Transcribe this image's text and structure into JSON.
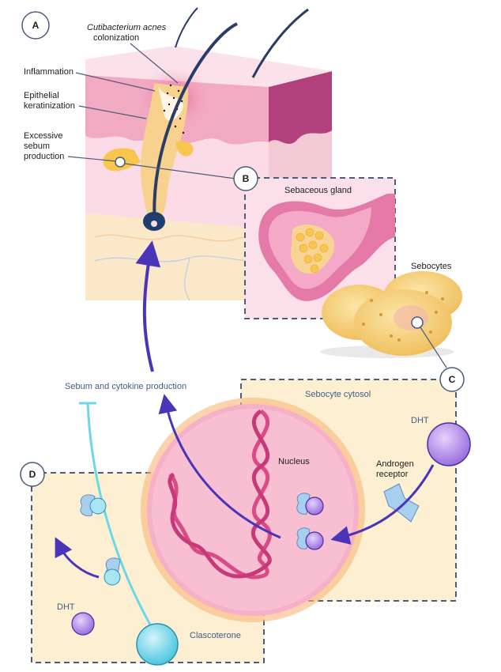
{
  "panels": {
    "a": "A",
    "b": "B",
    "c": "C",
    "d": "D"
  },
  "panel_a": {
    "cutibacterium_line1": "Cutibacterium acnes",
    "cutibacterium_line2": "colonization",
    "inflammation": "Inflammation",
    "epithelial_line1": "Epithelial",
    "epithelial_line2": "keratinization",
    "sebum_line1": "Excessive",
    "sebum_line2": "sebum",
    "sebum_line3": "production"
  },
  "panel_b": {
    "sebaceous_gland": "Sebaceous gland",
    "sebocytes": "Sebocytes"
  },
  "panel_c": {
    "cytosol": "Sebocyte cytosol",
    "dht": "DHT",
    "nucleus": "Nucleus",
    "androgen_line1": "Androgen",
    "androgen_line2": "receptor"
  },
  "panel_d": {
    "dht": "DHT",
    "clascoterone": "Clascoterone"
  },
  "sebum_cytokine": "Sebum and cytokine production"
}
